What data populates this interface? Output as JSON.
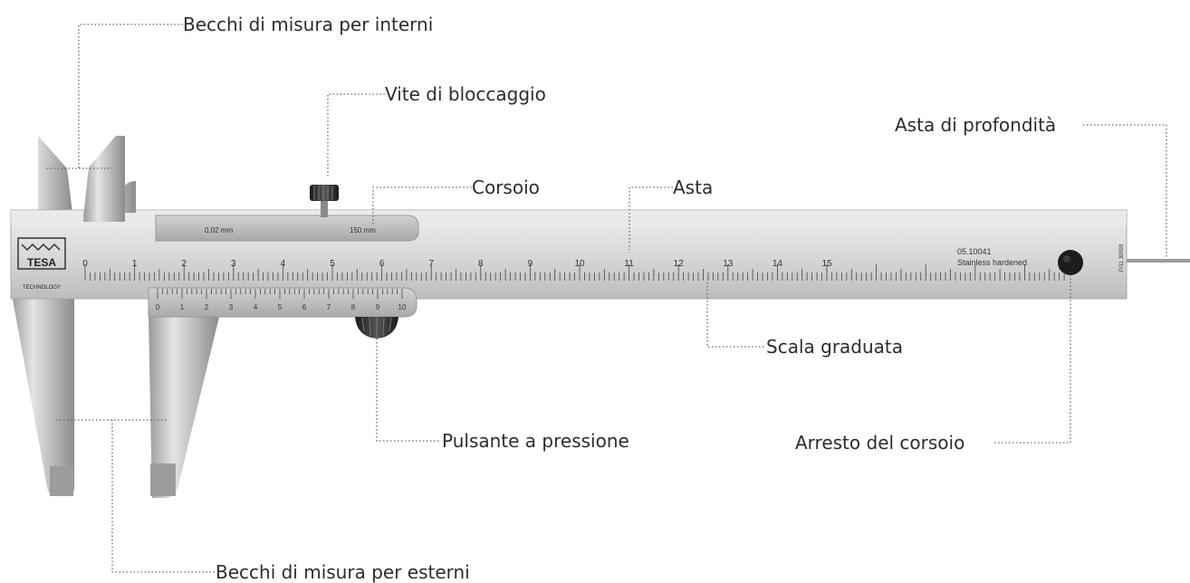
{
  "labels": {
    "internal_jaws": "Becchi di misura per interni",
    "locking_screw": "Vite di bloccaggio",
    "depth_rod": "Asta di profondità",
    "slider": "Corsoio",
    "beam": "Asta",
    "graduated_scale": "Scala graduata",
    "push_button": "Pulsante a pressione",
    "slider_stop": "Arresto del corsoio",
    "external_jaws": "Becchi di misura per esterni"
  },
  "caliper": {
    "brand": "TESA",
    "brand_sub": "TECHNOLOGY",
    "resolution_text": "0,02 mm",
    "range_text": "150 mm",
    "model_number": "05.10041",
    "material_text": "Stainless hardened",
    "serial_text": "P/11 30593",
    "main_scale_numbers": [
      "0",
      "1",
      "2",
      "3",
      "4",
      "5",
      "6",
      "7",
      "8",
      "9",
      "10",
      "11",
      "12",
      "13",
      "14",
      "15"
    ],
    "vernier_numbers": [
      "0",
      "1",
      "2",
      "3",
      "4",
      "5",
      "6",
      "7",
      "8",
      "9",
      "10"
    ]
  },
  "colors": {
    "steel_light": "#dcdcdc",
    "steel_mid": "#c2c2c2",
    "steel_dark": "#8e8e8e",
    "leader": "#6a6a6a",
    "text": "#2c2c2c"
  }
}
